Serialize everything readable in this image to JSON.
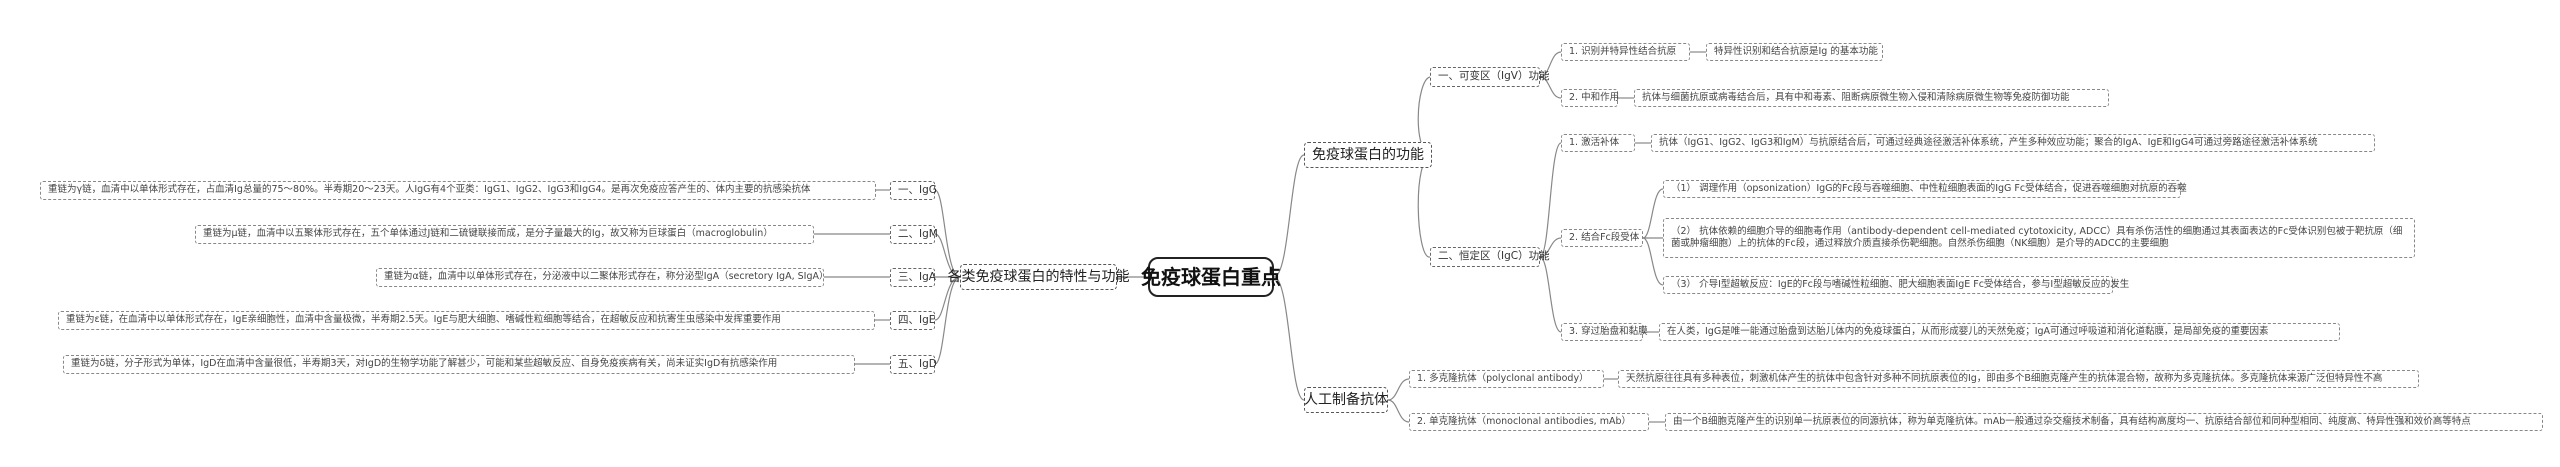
{
  "root": {
    "label": "免疫球蛋白重点"
  },
  "functions": {
    "label": "免疫球蛋白的功能",
    "v_region": {
      "label": "一、可变区（IgV）功能",
      "items": [
        {
          "label": "1. 识别并特异性结合抗原",
          "detail": "特异性识别和结合抗原是Ig 的基本功能"
        },
        {
          "label": "2. 中和作用",
          "detail": "抗体与细菌抗原或病毒结合后，具有中和毒素、阻断病原微生物入侵和清除病原微生物等免疫防御功能"
        }
      ]
    },
    "c_region": {
      "label": "二、恒定区（IgC）功能",
      "activate": {
        "label": "1. 激活补体",
        "detail": "抗体（IgG1、IgG2、IgG3和IgM）与抗原结合后，可通过经典途径激活补体系统，产生多种效应功能；聚合的IgA、IgE和IgG4可通过旁路途径激活补体系统"
      },
      "fcr": {
        "label": "2. 结合Fc段受体",
        "items": [
          "（1） 调理作用（opsonization）IgG的Fc段与吞噬细胞、中性粒细胞表面的IgG Fc受体结合，促进吞噬细胞对抗原的吞噬",
          "（2） 抗体依赖的细胞介导的细胞毒作用（antibody-dependent cell-mediated cytotoxicity, ADCC）具有杀伤活性的细胞通过其表面表达的Fc受体识别包被于靶抗原（细菌或肿瘤细胞）上的抗体的Fc段，通过释放介质直接杀伤靶细胞。自然杀伤细胞（NK细胞）是介导的ADCC的主要细胞",
          "（3） 介导I型超敏反应：IgE的Fc段与嗜碱性粒细胞、肥大细胞表面IgE Fc受体结合，参与I型超敏反应的发生"
        ]
      },
      "placenta": {
        "label": "3. 穿过胎盘和黏膜",
        "detail": "在人类，IgG是唯一能通过胎盘到达胎儿体内的免疫球蛋白，从而形成婴儿的天然免疫；IgA可通过呼吸道和消化道黏膜，是局部免疫的重要因素"
      }
    }
  },
  "antibodies": {
    "label": "人工制备抗体",
    "items": [
      {
        "label": "1. 多克隆抗体（polyclonal antibody）",
        "detail": "天然抗原往往具有多种表位，刺激机体产生的抗体中包含针对多种不同抗原表位的Ig，即由多个B细胞克隆产生的抗体混合物，故称为多克隆抗体。多克隆抗体来源广泛但特异性不高"
      },
      {
        "label": "2. 单克隆抗体（monoclonal antibodies, mAb）",
        "detail": "由一个B细胞克隆产生的识别单一抗原表位的同源抗体，称为单克隆抗体。mAb一般通过杂交瘤技术制备，具有结构高度均一、抗原结合部位和同种型相同、纯度高、特异性强和效价高等特点"
      }
    ]
  },
  "classes": {
    "label": "各类免疫球蛋白的特性与功能",
    "items": [
      {
        "label": "一、IgG",
        "detail": "重链为γ链，血清中以单体形式存在，占血清Ig总量的75～80%。半寿期20～23天。人IgG有4个亚类：IgG1、IgG2、IgG3和IgG4。是再次免疫应答产生的、体内主要的抗感染抗体"
      },
      {
        "label": "二、IgM",
        "detail": "重链为μ链，血清中以五聚体形式存在，五个单体通过J链和二硫键联接而成，是分子量最大的Ig，故又称为巨球蛋白（macroglobulin）"
      },
      {
        "label": "三、IgA",
        "detail": "重链为α链，血清中以单体形式存在，分泌液中以二聚体形式存在，称分泌型IgA（secretory IgA, SIgA）"
      },
      {
        "label": "四、IgE",
        "detail": "重链为ε链，在血清中以单体形式存在，IgE亲细胞性，血清中含量极微，半寿期2.5天。IgE与肥大细胞、嗜碱性粒细胞等结合，在超敏反应和抗寄生虫感染中发挥重要作用"
      },
      {
        "label": "五、IgD",
        "detail": "重链为δ链，分子形式为单体，IgD在血清中含量很低，半寿期3天，对IgD的生物学功能了解甚少，可能和某些超敏反应、自身免疫疾病有关，尚未证实IgD有抗感染作用"
      }
    ]
  }
}
